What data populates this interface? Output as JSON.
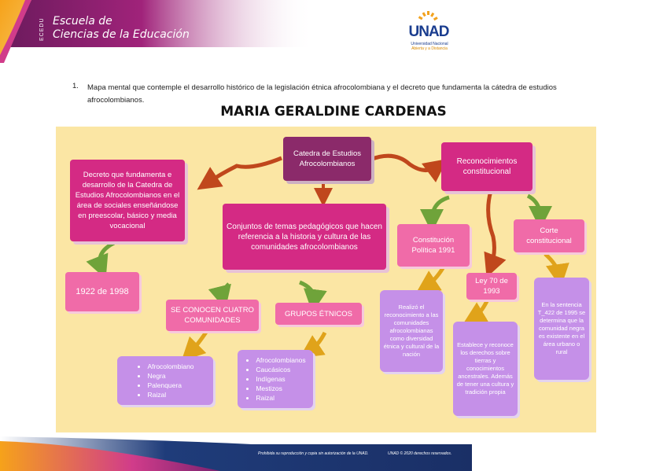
{
  "header": {
    "ecedu": "ECEDU",
    "school_line1": "Escuela de",
    "school_line2": "Ciencias de la Educación",
    "logo_text": "UNAD",
    "logo_sub1": "Universidad Nacional",
    "logo_sub2": "Abierta y a Distancia"
  },
  "instruction": {
    "number": "1.",
    "text": "Mapa mental que contemple el desarrollo histórico de la legislación étnica afrocolombiana y el decreto que fundamenta la cátedra de estudios afrocolombianos."
  },
  "title": "MARIA GERALDINE CARDENAS",
  "map": {
    "center": "Catedra de Estudios Afrocolombianos",
    "decreto": "Decreto que fundamenta e desarrollo de la Catedra de Estudios Afrocolombianos en el área de sociales enseñándose en preescolar, básico y media vocacional",
    "year_1998": "1922 de 1998",
    "conjuntos": "Conjuntos de temas pedagógicos que hacen referencia a la historia y cultura de las comunidades afrocolombianos",
    "cuatro": "SE CONOCEN CUATRO COMUNIDADES",
    "grupos": "GRUPOS ÉTNICOS",
    "cuatro_list": [
      "Afrocolombiano",
      "Negra",
      "Palenquera",
      "Raizal"
    ],
    "grupos_list": [
      "Afrocolombianos",
      "Caucásicos",
      "Indígenas",
      "Mestizos",
      "Raizal"
    ],
    "reconocimientos": "Reconocimientos constitucional",
    "constitucion": "Constitución Política 1991",
    "constitucion_desc": "Realizó el reconocimiento a las comunidades afrocolombianas como diversidad étnica y cultural de la nación",
    "ley70": "Ley 70 de 1993",
    "ley70_desc": "Establece y reconoce los derechos sobre tierras y conocimientos ancestrales. Además de tener una cultura y tradición propia",
    "corte": "Corte constitucional",
    "corte_desc": "En la sentencia T_422 de 1995 se determina que la comunidad negra es existente en el área urbano o rural"
  },
  "footer": {
    "text1": "Prohibida su reproducción y copia sin autorización de la UNAD.",
    "text2": "UNAD © 2020 derechos reservados."
  },
  "colors": {
    "map_bg": "#fbe6a4",
    "magenta": "#d42a84",
    "plum": "#8b2a6a",
    "pink": "#f06ba8",
    "lilac": "#c590e8",
    "arrow_brown": "#c0471c",
    "arrow_green": "#6fa33a",
    "arrow_gold": "#e0a31a"
  }
}
